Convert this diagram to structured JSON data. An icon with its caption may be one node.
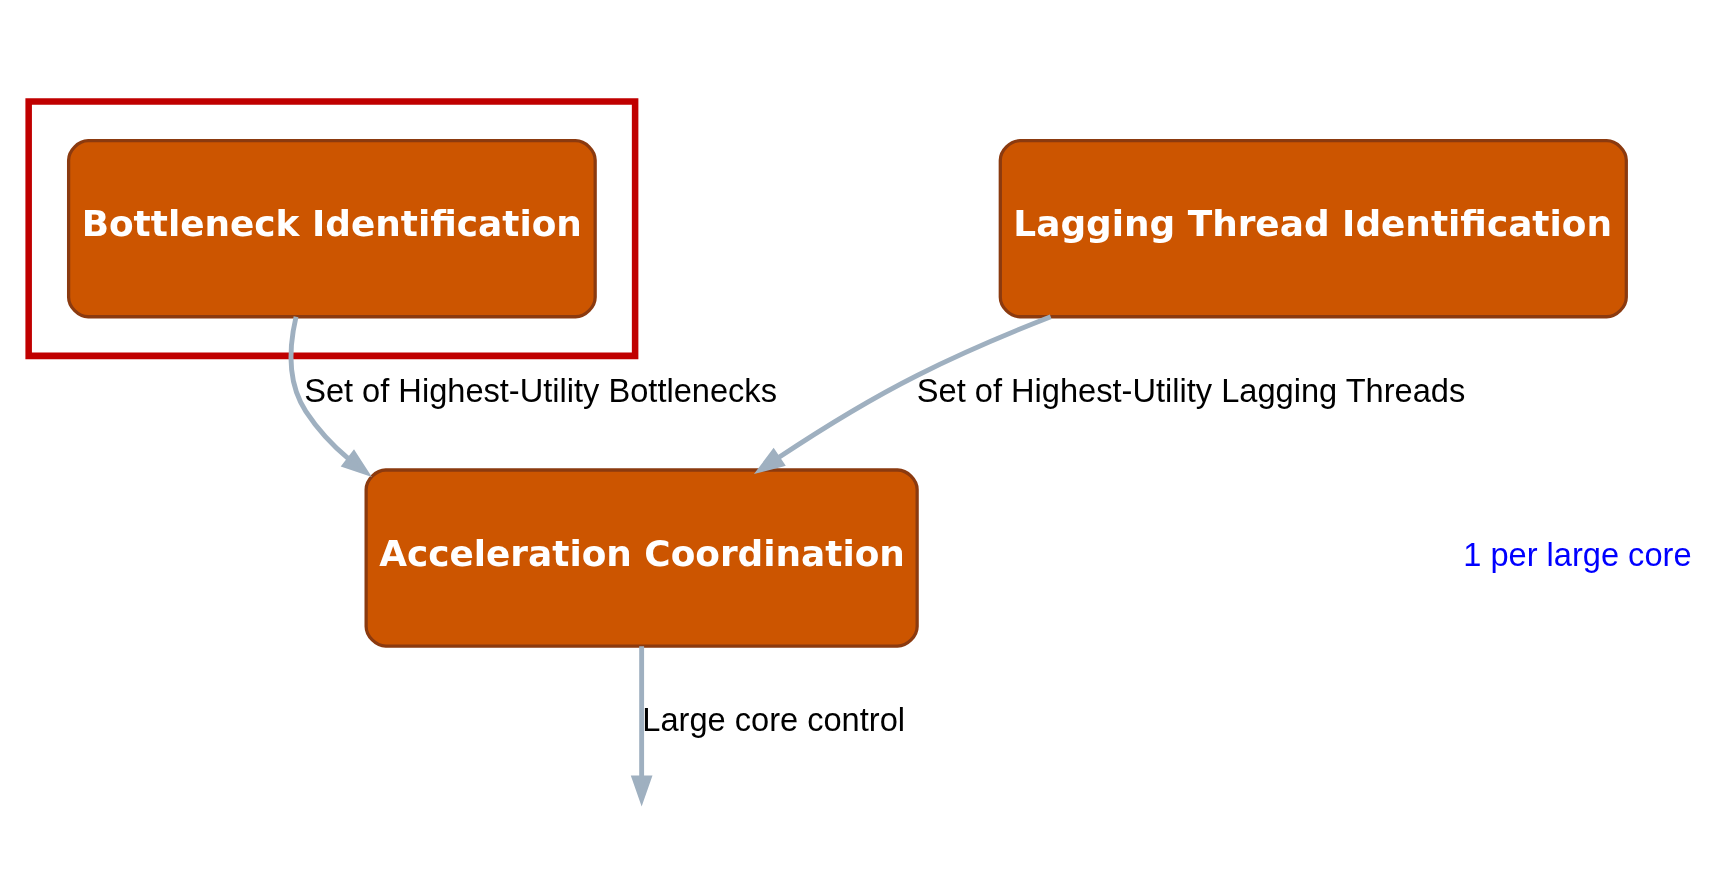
{
  "diagram": {
    "nodes": [
      {
        "text": [],
        "shape": "box"
      },
      {
        "text": [
          "Bottleneck Identification"
        ],
        "in": 0
      },
      {
        "text": [
          "Lagging Thread Identification"
        ]
      },
      {
        "text": [
          "Acceleration Coordination"
        ]
      }
    ],
    "edges": [
      {
        "from": 1,
        "to": 3,
        "arrow": "to",
        "label": "Set of Highest-Utility Bottlenecks"
      },
      {
        "from": 2,
        "to": 3,
        "arrow": "to",
        "label": "Set of Highest-Utility Lagging Threads"
      },
      {
        "from": 3,
        "to": null,
        "arrow": "to",
        "label": "Large core control"
      }
    ],
    "labels": [
      "1 per large core"
    ]
  }
}
